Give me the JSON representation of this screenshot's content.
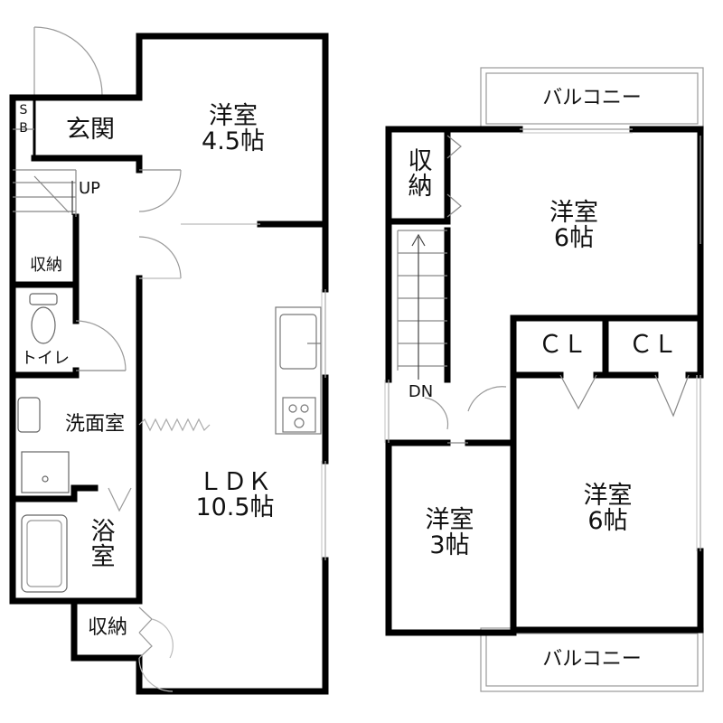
{
  "first_floor": {
    "western_room": {
      "name": "洋室",
      "size": "4.5帖"
    },
    "entrance": "玄関",
    "shoe_box": {
      "line1": "S",
      "line2": "B"
    },
    "stair_up": "UP",
    "storage_1": "収納",
    "toilet": "トイレ",
    "washroom": "洗面室",
    "bath": {
      "line1": "浴",
      "line2": "室"
    },
    "storage_2": "収納",
    "ldk": {
      "name": "ＬＤＫ",
      "size": "10.5帖"
    }
  },
  "second_floor": {
    "balcony_north": "バルコニー",
    "storage": {
      "line1": "収",
      "line2": "納"
    },
    "western_room_a": {
      "name": "洋室",
      "size": "6帖"
    },
    "closet_1": "ＣＬ",
    "closet_2": "ＣＬ",
    "stair_down": "DN",
    "western_room_b": {
      "name": "洋室",
      "size": "3帖"
    },
    "western_room_c": {
      "name": "洋室",
      "size": "6帖"
    },
    "balcony_south": "バルコニー"
  }
}
